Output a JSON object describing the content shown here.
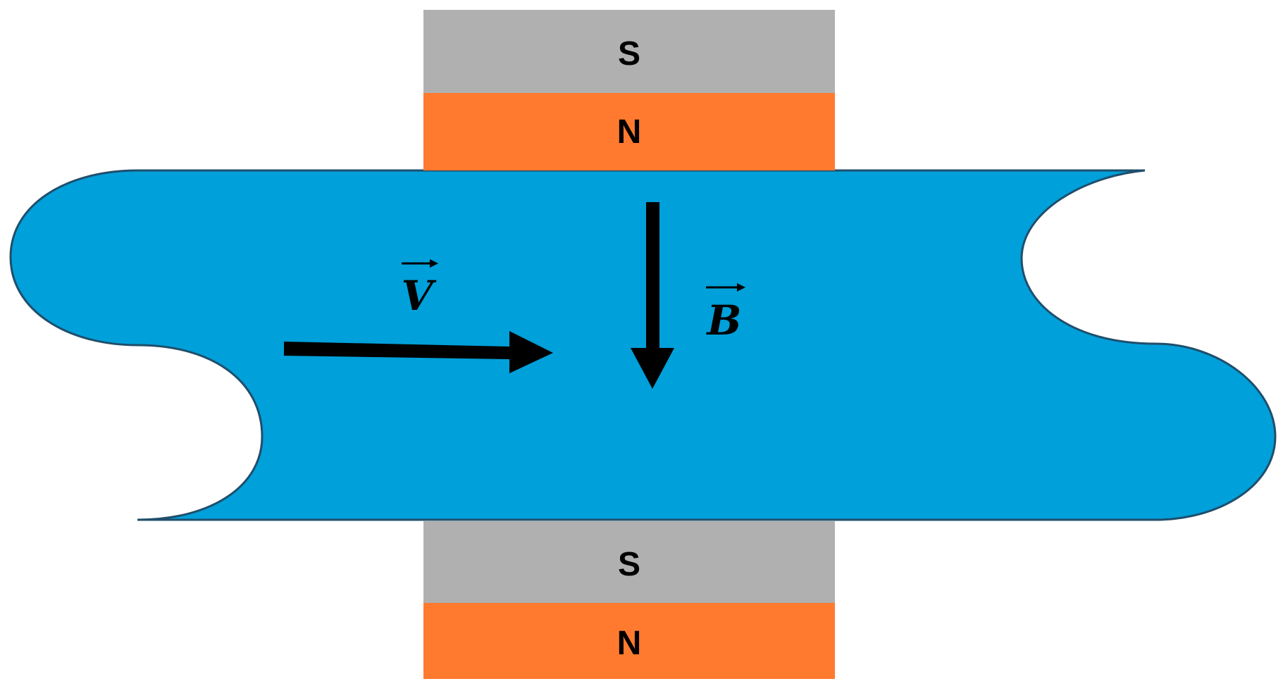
{
  "magnets": {
    "top": {
      "south_label": "S",
      "north_label": "N"
    },
    "bottom": {
      "south_label": "S",
      "north_label": "N"
    }
  },
  "vectors": {
    "velocity": {
      "symbol": "V"
    },
    "magnetic_field": {
      "symbol": "B"
    }
  },
  "colors": {
    "fluid": "#00A0DA",
    "fluid_outline": "#1F4E6B",
    "south_pole": "#B0B0B0",
    "north_pole": "#FF7A2F",
    "arrows": "#000000"
  }
}
